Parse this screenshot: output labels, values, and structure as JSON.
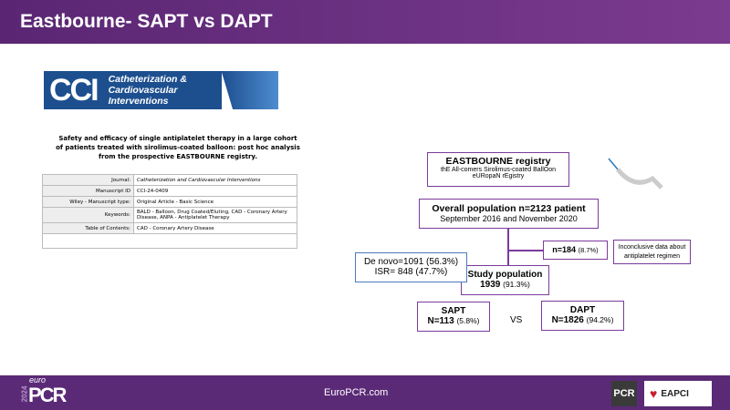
{
  "header": {
    "title": "Eastbourne- SAPT vs DAPT"
  },
  "journal_logo": {
    "abbr": "CCI",
    "name": "Catheterization & Cardiovascular Interventions"
  },
  "paper": {
    "title": "Safety and efficacy of single antiplatelet therapy in a large cohort of patients treated with sirolimus-coated balloon: post hoc analysis from the prospective EASTBOURNE registry.",
    "rows": [
      {
        "key": "Journal:",
        "value": "Catheterization and Cardiovascular Interventions"
      },
      {
        "key": "Manuscript ID",
        "value": "CCI-24-0409"
      },
      {
        "key": "Wiley - Manuscript type:",
        "value": "Original Article - Basic Science"
      },
      {
        "key": "Keywords:",
        "value": "BALD - Balloon, Drug Coated/Eluting, CAD - Coronary Artery Disease, ANPA - Antiplatelet Therapy"
      },
      {
        "key": "Table of Contents:",
        "value": "CAD - Coronary Artery Disease"
      }
    ]
  },
  "flow": {
    "registry_title": "EASTBOURNE registry",
    "registry_sub1": "thE All-comers Sirolimus-coated BallOon",
    "registry_sub2": "eURopaN rEgistry",
    "overall": "Overall population n=2123 patient",
    "overall_dates": "September 2016 and November 2020",
    "excluded_n": "n=184",
    "excluded_pct": "(8.7%)",
    "excluded_reason": "Inconclusive data about antiplatelet regimen",
    "denovo": "De novo=1091 (56.3%)",
    "isr": "ISR= 848 (47.7%)",
    "study_title": "Study population",
    "study_n": "1939",
    "study_pct": "(91.3%)",
    "sapt_title": "SAPT",
    "sapt_n": "N=113",
    "sapt_pct": "(5.8%)",
    "vs": "VS",
    "dapt_title": "DAPT",
    "dapt_n": "N=1826",
    "dapt_pct": "(94.2%)"
  },
  "footer": {
    "year": "2024",
    "brand_small": "euro",
    "brand": "PCR",
    "site": "EuroPCR.com",
    "pcr": "PCR",
    "eapci": "EAPCI"
  }
}
